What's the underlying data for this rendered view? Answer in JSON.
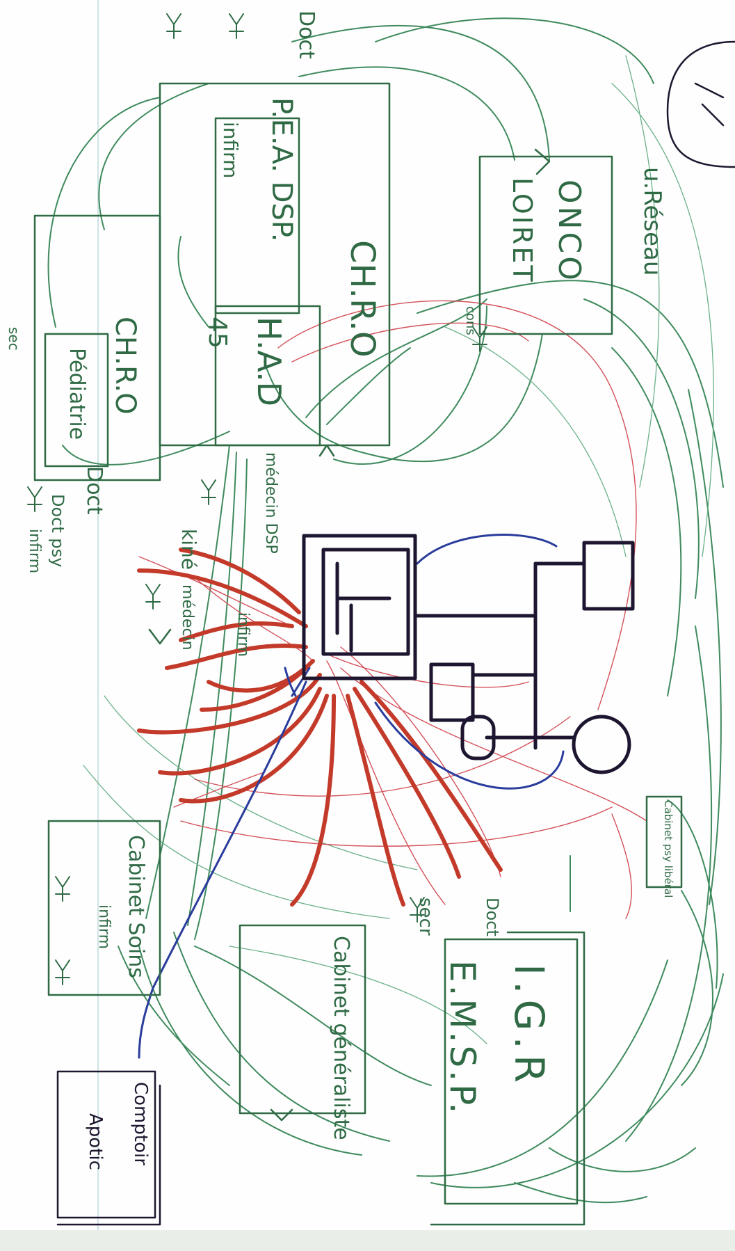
{
  "nodes": {
    "reseau": "u.Réseau",
    "onco": "ONCO",
    "loiret": "LOIRET",
    "chro_top": "CH.R.O",
    "pea": "P.E.A. DSP.",
    "had": "H.A.D",
    "had_num": "45",
    "chro_bottom": "CH.R.O",
    "pediatrie": "Pédiatrie",
    "cabinet_soins": "Cabinet Soins",
    "cabinet_generaliste": "Cabinet généraliste",
    "cabinet_psy": "Cabinet psy libéral",
    "igr": "I.G.R",
    "emsp": "E.M.S.P.",
    "comptoir": "Comptoir",
    "comptoir_sub": "Apotic"
  },
  "annotations": {
    "doct_top": "Doct",
    "infirm_top": "infirm",
    "medecin_dsp": "médecin DSP",
    "doct_left": "Doct",
    "doct_psy": "Doct psy",
    "infirm_left": "infirm",
    "kine": "kiné",
    "sec_left": "sec",
    "infirm_soins": "infirm",
    "secr": "secr",
    "medecin_igr": "médecin",
    "doct_igr": "Doct",
    "infirm_pea": "infirm",
    "cons": "cons"
  },
  "colors": {
    "green": "#2f6a45",
    "light_green": "#4f9b72",
    "red": "#c33a2a",
    "thin_red": "#d4505a",
    "blue": "#2a3c9c",
    "dark": "#1e1630"
  }
}
